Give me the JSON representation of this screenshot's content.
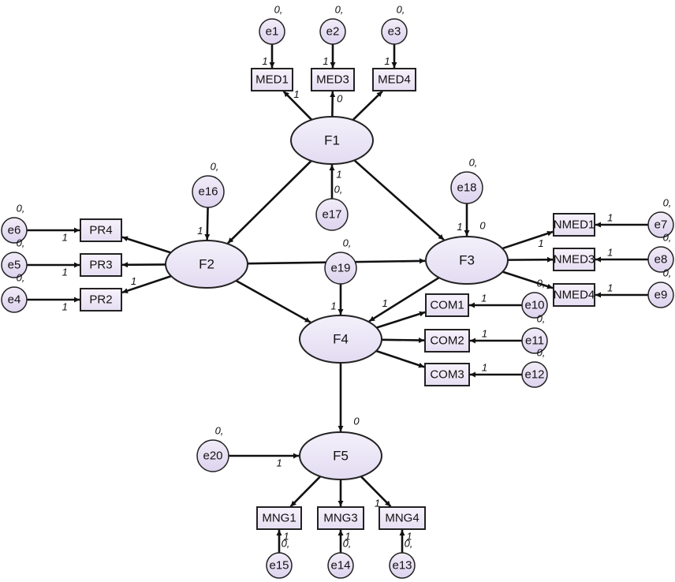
{
  "latent": [
    {
      "id": "F1",
      "label": "F1"
    },
    {
      "id": "F2",
      "label": "F2"
    },
    {
      "id": "F3",
      "label": "F3"
    },
    {
      "id": "F4",
      "label": "F4"
    },
    {
      "id": "F5",
      "label": "F5"
    }
  ],
  "observed": [
    {
      "id": "MED1",
      "label": "MED1"
    },
    {
      "id": "MED3",
      "label": "MED3"
    },
    {
      "id": "MED4",
      "label": "MED4"
    },
    {
      "id": "PR4",
      "label": "PR4"
    },
    {
      "id": "PR3",
      "label": "PR3"
    },
    {
      "id": "PR2",
      "label": "PR2"
    },
    {
      "id": "NMED1",
      "label": "NMED1"
    },
    {
      "id": "NMED3",
      "label": "NMED3"
    },
    {
      "id": "NMED4",
      "label": "NMED4"
    },
    {
      "id": "COM1",
      "label": "COM1"
    },
    {
      "id": "COM2",
      "label": "COM2"
    },
    {
      "id": "COM3",
      "label": "COM3"
    },
    {
      "id": "MNG1",
      "label": "MNG1"
    },
    {
      "id": "MNG3",
      "label": "MNG3"
    },
    {
      "id": "MNG4",
      "label": "MNG4"
    }
  ],
  "errors": [
    {
      "id": "e1",
      "label": "e1"
    },
    {
      "id": "e2",
      "label": "e2"
    },
    {
      "id": "e3",
      "label": "e3"
    },
    {
      "id": "e4",
      "label": "e4"
    },
    {
      "id": "e5",
      "label": "e5"
    },
    {
      "id": "e6",
      "label": "e6"
    },
    {
      "id": "e7",
      "label": "e7"
    },
    {
      "id": "e8",
      "label": "e8"
    },
    {
      "id": "e9",
      "label": "e9"
    },
    {
      "id": "e10",
      "label": "e10"
    },
    {
      "id": "e11",
      "label": "e11"
    },
    {
      "id": "e12",
      "label": "e12"
    },
    {
      "id": "e13",
      "label": "e13"
    },
    {
      "id": "e14",
      "label": "e14"
    },
    {
      "id": "e15",
      "label": "e15"
    },
    {
      "id": "e16",
      "label": "e16"
    },
    {
      "id": "e17",
      "label": "e17"
    },
    {
      "id": "e18",
      "label": "e18"
    },
    {
      "id": "e19",
      "label": "e19"
    },
    {
      "id": "e20",
      "label": "e20"
    }
  ],
  "edges": [
    {
      "from": "F1",
      "to": "MED1",
      "label": "1"
    },
    {
      "from": "F1",
      "to": "MED3",
      "label": "0"
    },
    {
      "from": "F1",
      "to": "MED4",
      "label": ""
    },
    {
      "from": "e1",
      "to": "MED1",
      "label": "1"
    },
    {
      "from": "e2",
      "to": "MED3",
      "label": "1"
    },
    {
      "from": "e3",
      "to": "MED4",
      "label": "1"
    },
    {
      "from": "F1",
      "to": "F2",
      "label": ""
    },
    {
      "from": "F1",
      "to": "F3",
      "label": ""
    },
    {
      "from": "e17",
      "to": "F1",
      "label": "1"
    },
    {
      "from": "F2",
      "to": "PR4",
      "label": ""
    },
    {
      "from": "F2",
      "to": "PR3",
      "label": ""
    },
    {
      "from": "F2",
      "to": "PR2",
      "label": "1"
    },
    {
      "from": "e6",
      "to": "PR4",
      "label": "1"
    },
    {
      "from": "e5",
      "to": "PR3",
      "label": "1"
    },
    {
      "from": "e4",
      "to": "PR2",
      "label": "1"
    },
    {
      "from": "e16",
      "to": "F2",
      "label": "1"
    },
    {
      "from": "F2",
      "to": "F3",
      "label": ""
    },
    {
      "from": "F2",
      "to": "F4",
      "label": ""
    },
    {
      "from": "e18",
      "to": "F3",
      "label": "1"
    },
    {
      "from": "F3",
      "to": "NMED1",
      "label": "1"
    },
    {
      "from": "F3",
      "to": "NMED3",
      "label": ""
    },
    {
      "from": "F3",
      "to": "NMED4",
      "label": ""
    },
    {
      "from": "e7",
      "to": "NMED1",
      "label": "1"
    },
    {
      "from": "e8",
      "to": "NMED3",
      "label": "1"
    },
    {
      "from": "e9",
      "to": "NMED4",
      "label": "1"
    },
    {
      "from": "F3",
      "to": "F4",
      "label": "1"
    },
    {
      "from": "e19",
      "to": "F4",
      "label": "1"
    },
    {
      "from": "F4",
      "to": "COM1",
      "label": ""
    },
    {
      "from": "F4",
      "to": "COM2",
      "label": ""
    },
    {
      "from": "F4",
      "to": "COM3",
      "label": ""
    },
    {
      "from": "e10",
      "to": "COM1",
      "label": "1"
    },
    {
      "from": "e11",
      "to": "COM2",
      "label": "1"
    },
    {
      "from": "e12",
      "to": "COM3",
      "label": "1"
    },
    {
      "from": "F4",
      "to": "F5",
      "label": ""
    },
    {
      "from": "e20",
      "to": "F5",
      "label": "1"
    },
    {
      "from": "F5",
      "to": "MNG1",
      "label": ""
    },
    {
      "from": "F5",
      "to": "MNG3",
      "label": ""
    },
    {
      "from": "F5",
      "to": "MNG4",
      "label": "1"
    },
    {
      "from": "e15",
      "to": "MNG1",
      "label": "1"
    },
    {
      "from": "e14",
      "to": "MNG3",
      "label": "1"
    },
    {
      "from": "e13",
      "to": "MNG4",
      "label": "1"
    }
  ],
  "variance_labels": {
    "e1": "0,",
    "e2": "0,",
    "e3": "0,",
    "e4": "0,",
    "e5": "0,",
    "e6": "0,",
    "e7": "0,",
    "e8": "0,",
    "e9": "0,",
    "e10": "0,",
    "e11": "0,",
    "e12": "0,",
    "e13": "0,",
    "e14": "0,",
    "e15": "0,",
    "e16": "0,",
    "e17": "0,",
    "e18": "0,",
    "e19": "0,",
    "e20": "0,",
    "F3": "0",
    "F5": "0"
  }
}
